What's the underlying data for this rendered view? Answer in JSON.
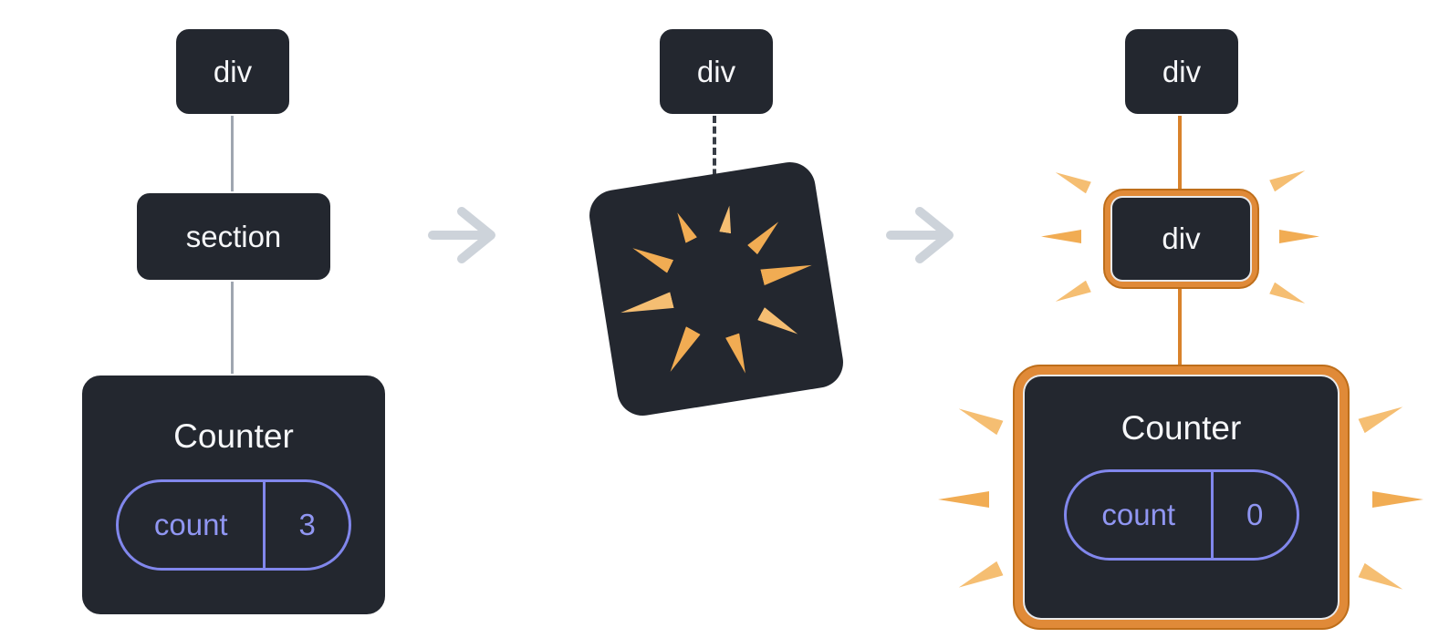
{
  "panels": {
    "before": {
      "root": "div",
      "child": "section",
      "counter": {
        "title": "Counter",
        "state_key": "count",
        "state_value": "3"
      }
    },
    "during": {
      "root": "div"
    },
    "after": {
      "root": "div",
      "child": "div",
      "counter": {
        "title": "Counter",
        "state_key": "count",
        "state_value": "0"
      }
    }
  },
  "icons": {
    "arrow": "arrow-right-icon",
    "burst": "poof-burst-icon",
    "spark": "spark-icon"
  },
  "colors": {
    "background": "#FFFFFF",
    "node_fill": "#23272F",
    "node_border": "#FFFFFF",
    "node_text": "#F6F7F9",
    "state_accent": "#8187EC",
    "state_text": "#9096F2",
    "highlight_orange": "#E08A38",
    "highlight_orange_dark": "#BE6E1A",
    "connector_orange": "#D9822B",
    "spark_orange": "#F1AC53",
    "connector_gray": "#9FA6B0",
    "arrow_gray": "#CDD3DA",
    "dashed_connector": "#383D46"
  }
}
